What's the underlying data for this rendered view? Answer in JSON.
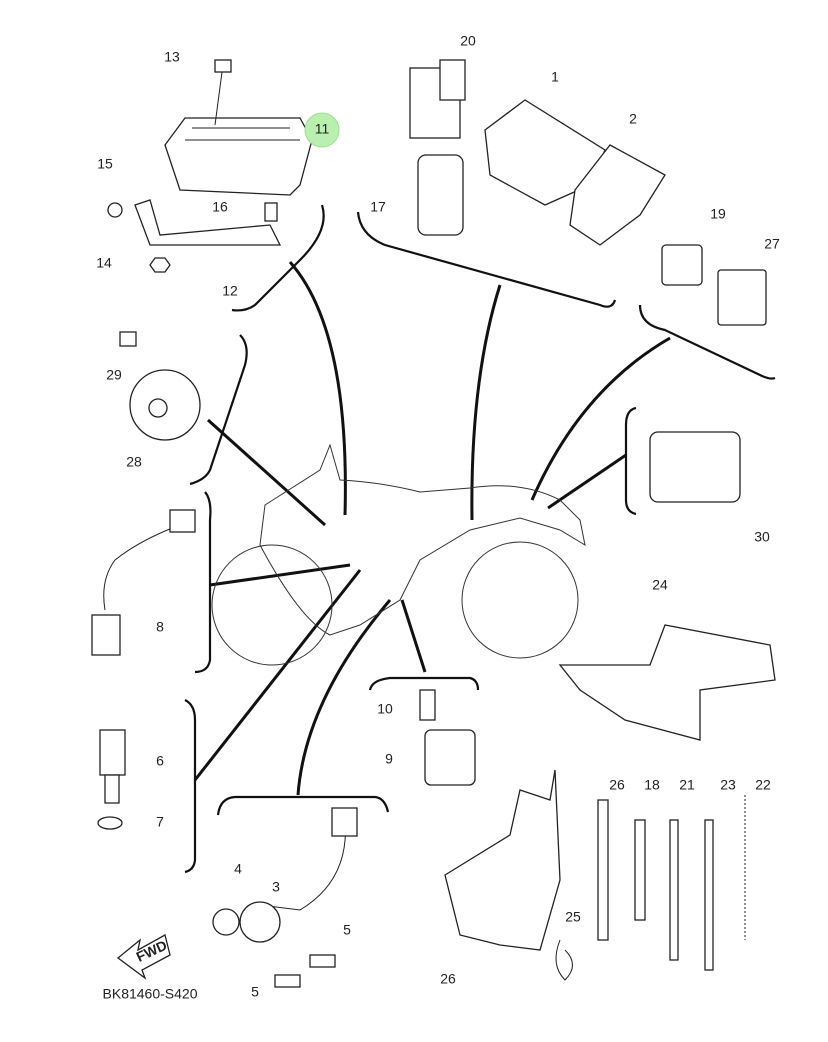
{
  "diagram_code": "BK81460-S420",
  "fwd_label": "FWD",
  "highlight_color": "#b9f0b0",
  "highlighted_part": "11",
  "labels": {
    "p13": "13",
    "p20": "20",
    "p1": "1",
    "p11": "11",
    "p2": "2",
    "p15": "15",
    "p16": "16",
    "p17": "17",
    "p19": "19",
    "p27": "27",
    "p14": "14",
    "p12": "12",
    "p29": "29",
    "p28": "28",
    "p30": "30",
    "p24": "24",
    "p8": "8",
    "p10": "10",
    "p6": "6",
    "p9": "9",
    "p7": "7",
    "p26a": "26",
    "p18": "18",
    "p21": "21",
    "p23": "23",
    "p22": "22",
    "p4": "4",
    "p3": "3",
    "p5a": "5",
    "p25": "25",
    "p5b": "5",
    "p26b": "26"
  }
}
